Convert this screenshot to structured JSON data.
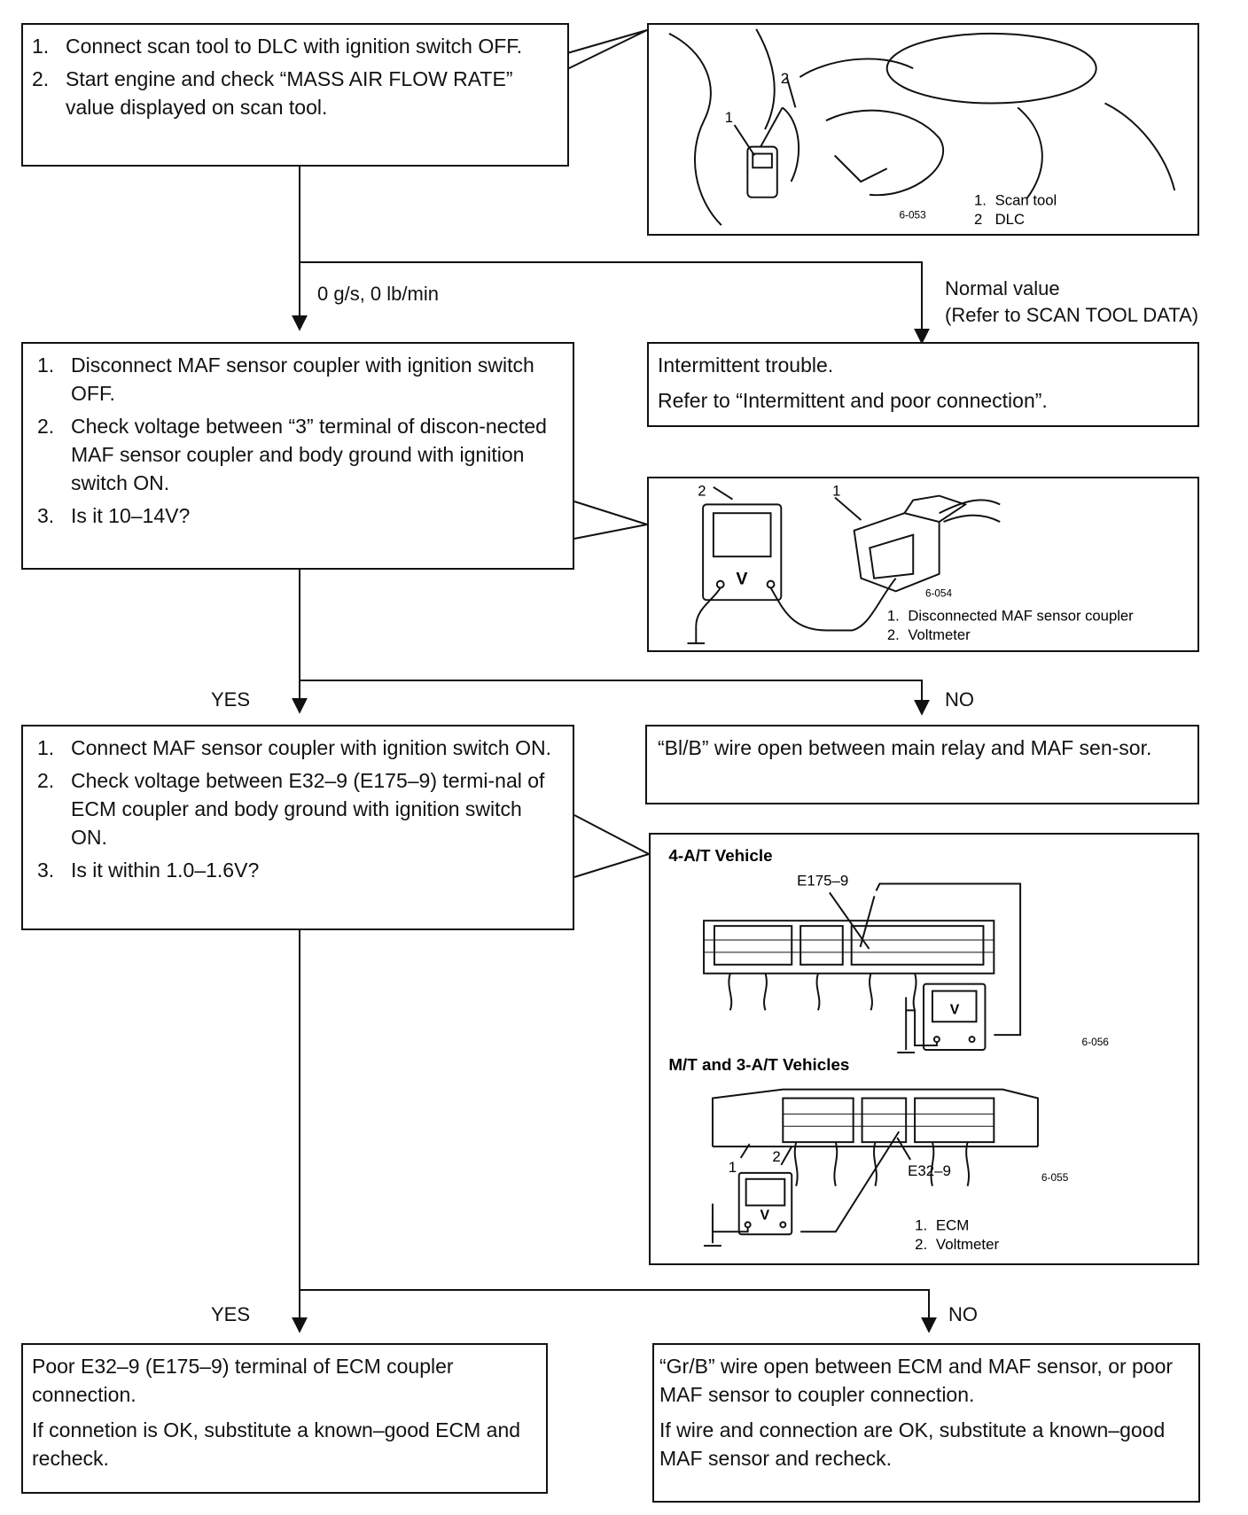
{
  "step1": {
    "items": [
      {
        "num": "1.",
        "text": "Connect scan tool to DLC with ignition switch OFF."
      },
      {
        "num": "2.",
        "text": "Start engine and check “MASS AIR FLOW RATE” value displayed on scan tool."
      }
    ]
  },
  "fig1": {
    "callout1": "1",
    "callout2": "2",
    "code": "6-053",
    "legend": [
      {
        "num": "1.",
        "text": "Scan tool"
      },
      {
        "num": "2",
        "text": "DLC"
      }
    ]
  },
  "branch1": {
    "left": "0 g/s, 0 lb/min",
    "right_line1": "Normal value",
    "right_line2": "(Refer to SCAN TOOL DATA)"
  },
  "result1": {
    "line1": "Intermittent trouble.",
    "line2": "Refer to “Intermittent and poor connection”."
  },
  "step2": {
    "items": [
      {
        "num": "1.",
        "text": "Disconnect MAF sensor coupler with ignition switch OFF."
      },
      {
        "num": "2.",
        "text": "Check voltage between “3” terminal of discon-nected MAF sensor coupler and body ground with ignition switch ON."
      },
      {
        "num": "3.",
        "text": "Is it 10–14V?"
      }
    ]
  },
  "fig2": {
    "callout1": "1",
    "callout2": "2",
    "meter": "V",
    "code": "6-054",
    "legend": [
      {
        "num": "1.",
        "text": "Disconnected MAF sensor coupler"
      },
      {
        "num": "2.",
        "text": "Voltmeter"
      }
    ]
  },
  "branch2": {
    "yes": "YES",
    "no": "NO"
  },
  "result2": {
    "text": "“Bl/B” wire open between main relay and MAF sen-sor."
  },
  "step3": {
    "items": [
      {
        "num": "1.",
        "text": "Connect MAF sensor coupler with ignition switch ON."
      },
      {
        "num": "2.",
        "text": "Check voltage between E32–9 (E175–9) termi-nal of ECM coupler and body ground with ignition switch ON."
      },
      {
        "num": "3.",
        "text": "Is it within 1.0–1.6V?"
      }
    ]
  },
  "fig3": {
    "title_a": "4-A/T Vehicle",
    "terminal_a": "E175–9",
    "meter": "V",
    "code_a": "6-056",
    "title_b": "M/T and 3-A/T Vehicles",
    "callout1": "1",
    "callout2": "2",
    "terminal_b": "E32–9",
    "code_b": "6-055",
    "legend": [
      {
        "num": "1.",
        "text": "ECM"
      },
      {
        "num": "2.",
        "text": "Voltmeter"
      }
    ]
  },
  "branch3": {
    "yes": "YES",
    "no": "NO"
  },
  "final_yes": {
    "line1": "Poor E32–9 (E175–9) terminal of ECM coupler connection.",
    "line2": "If connetion is OK, substitute a known–good ECM and recheck."
  },
  "final_no": {
    "line1": "“Gr/B” wire open between ECM and MAF sensor, or poor MAF sensor to coupler connection.",
    "line2": "If wire and connection are OK, substitute a known–good MAF sensor and recheck."
  }
}
